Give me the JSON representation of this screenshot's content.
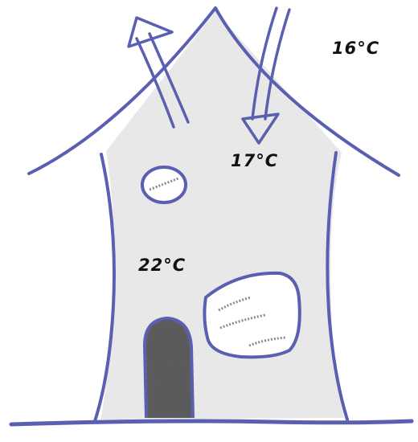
{
  "labels": {
    "outside_temp": "16°C",
    "attic_temp": "17°C",
    "room_temp": "22°C"
  },
  "colors": {
    "line": "#5a5fb0",
    "interior_fill": "#f2f2f2",
    "door_fill": "#4a4a4a",
    "text": "#111111"
  },
  "icons": {
    "up_arrow": "arrow-up-icon",
    "down_arrow": "arrow-down-icon"
  }
}
